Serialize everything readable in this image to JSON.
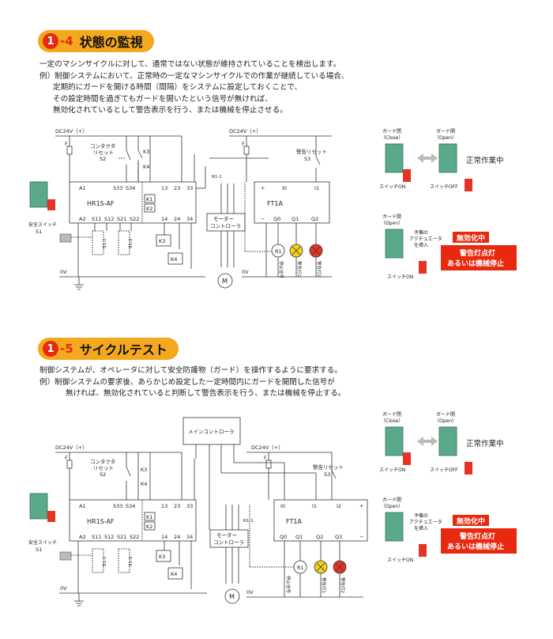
{
  "section1": {
    "num": "1",
    "sub": "-4",
    "title": "状態の監視",
    "lines": [
      "一定のマシンサイクルに対して、通常ではない状態が維持されていることを検出します。",
      "例）制御システムにおいて、正常時の一定なマシンサイクルでの作業が継続している場合、",
      "定期的にガードを開ける時間（間隔）をシステムに設定しておくことで、",
      "その設定時間を過ぎてもガードを開いたという信号が無ければ、",
      "無効化されているとして警告表示を行う、または機械を停止させる。"
    ],
    "diagram": {
      "dc_left": "DC24V（+）",
      "dc_right": "DC24V（+）",
      "fuse": "F",
      "contactor_reset": [
        "コンタクタ",
        "リセット"
      ],
      "s2": "S2",
      "k3": "K3",
      "k4": "K4",
      "k1": "K1",
      "k2": "K2",
      "relay": "HR1S-AF",
      "relay_top": [
        "A1",
        "S33",
        "S34",
        "13",
        "23",
        "33"
      ],
      "relay_bottom": [
        "A2",
        "S11",
        "S12",
        "S21",
        "S22",
        "14",
        "24",
        "34"
      ],
      "s11": "S1-1",
      "s12": "S1-2",
      "switch_label": "安全スイッチ",
      "s1": "S1",
      "ov_left": "0V",
      "ov_right": "0V",
      "motor_ctrl": [
        "モーター",
        "コントローラ"
      ],
      "motor": "M",
      "r11": "R1-1",
      "alarm_reset": "警告リセット",
      "s3": "S3",
      "ft": "FT1A",
      "ft_top": [
        "+",
        "I0",
        "I1"
      ],
      "ft_bottom": [
        "−",
        "Q0",
        "Q1",
        "Q2"
      ],
      "r1": "R1",
      "lamps": [
        "停止信号",
        "警告灯1",
        "警告灯2"
      ]
    },
    "side": {
      "guard_close": [
        "ガード閉",
        "（Close）"
      ],
      "guard_open": [
        "ガード開",
        "（Open）"
      ],
      "switch_on": "スイッチON",
      "switch_off": "スイッチOFF",
      "normal": "正常作業中",
      "guard_open2": [
        "ガード開",
        "（Open）"
      ],
      "actuator": [
        "予備の",
        "アクチュエータ",
        "を挿入"
      ],
      "switch_on2": "スイッチON",
      "disabled": "無効化中",
      "alarm": [
        "警告灯点灯",
        "あるいは機械停止"
      ]
    }
  },
  "section2": {
    "num": "1",
    "sub": "-5",
    "title": "サイクルテスト",
    "lines": [
      "制御システムが、オペレータに対して安全防護物（ガード）を操作するように要求する。",
      "例）制御システムの要求後、あらかじめ設定した一定時間内にガードを開閉した信号が",
      "無ければ、無効化されていると判断して警告表示を行う、または機械を停止する。"
    ],
    "diagram": {
      "main_ctrl": "メインコントローラ",
      "dc_left": "DC24V（+）",
      "dc_right": "DC24V（+）",
      "fuse": "F",
      "contactor_reset": [
        "コンタクタ",
        "リセット"
      ],
      "s2": "S2",
      "k3": "K3",
      "k4": "K4",
      "k1": "K1",
      "k2": "K2",
      "relay": "HR1S-AF",
      "relay_top": [
        "A1",
        "S33",
        "S34",
        "13",
        "23",
        "33"
      ],
      "relay_bottom": [
        "A2",
        "S11",
        "S12",
        "S21",
        "S22",
        "14",
        "24",
        "34"
      ],
      "s11": "S1-1",
      "s12": "S1-2",
      "switch_label": "安全スイッチ",
      "s1": "S1",
      "ov_left": "0V",
      "ov_right": "0V",
      "motor_ctrl": [
        "モーター",
        "コントローラ"
      ],
      "motor": "M",
      "r11": "R1-1",
      "alarm_reset": "警告リセット",
      "s3": "S3",
      "ft": "FT1A",
      "ft_top": [
        "I0",
        "I1",
        "I2",
        "+"
      ],
      "ft_bottom": [
        "Q0",
        "Q1",
        "Q2",
        "Q3",
        "−"
      ],
      "r1": "R1",
      "lamps": [
        "停止信号",
        "警告灯1",
        "警告灯2"
      ]
    },
    "side": {
      "guard_close": [
        "ガード閉",
        "（Close）"
      ],
      "guard_open": [
        "ガード開",
        "（Open）"
      ],
      "switch_on": "スイッチON",
      "switch_off": "スイッチOFF",
      "normal": "正常作業中",
      "guard_open2": [
        "ガード開",
        "（Open）"
      ],
      "actuator": [
        "予備の",
        "アクチュエータ",
        "を挿入"
      ],
      "switch_on2": "スイッチON",
      "disabled": "無効化中",
      "alarm": [
        "警告灯点灯",
        "あるいは機械停止"
      ]
    }
  },
  "colors": {
    "accent": "#f4a81d",
    "badge": "#e8290f",
    "guard": "#5aa98a",
    "alert": "#e8290f",
    "lamp_yellow": "#f2d21b",
    "lamp_red": "#e53424"
  }
}
